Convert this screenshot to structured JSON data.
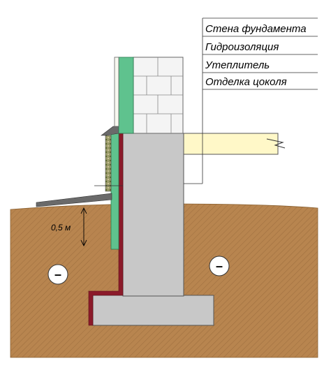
{
  "legend": {
    "items": [
      "Стена фундамента",
      "Гидроизоляция",
      "Утеплитель",
      "Отделка цоколя"
    ]
  },
  "dimension": {
    "depth_label": "0,5 м"
  },
  "markers": {
    "left_symbol": "–",
    "right_symbol": "–"
  },
  "colors": {
    "soil": "#b8854f",
    "concrete": "#c8c8c8",
    "insulation": "#5fc28e",
    "waterproofing": "#8b1a2a",
    "beam": "#fff8c8",
    "brick": "#f2f2f2",
    "blind_area": "#6a6a6a"
  }
}
